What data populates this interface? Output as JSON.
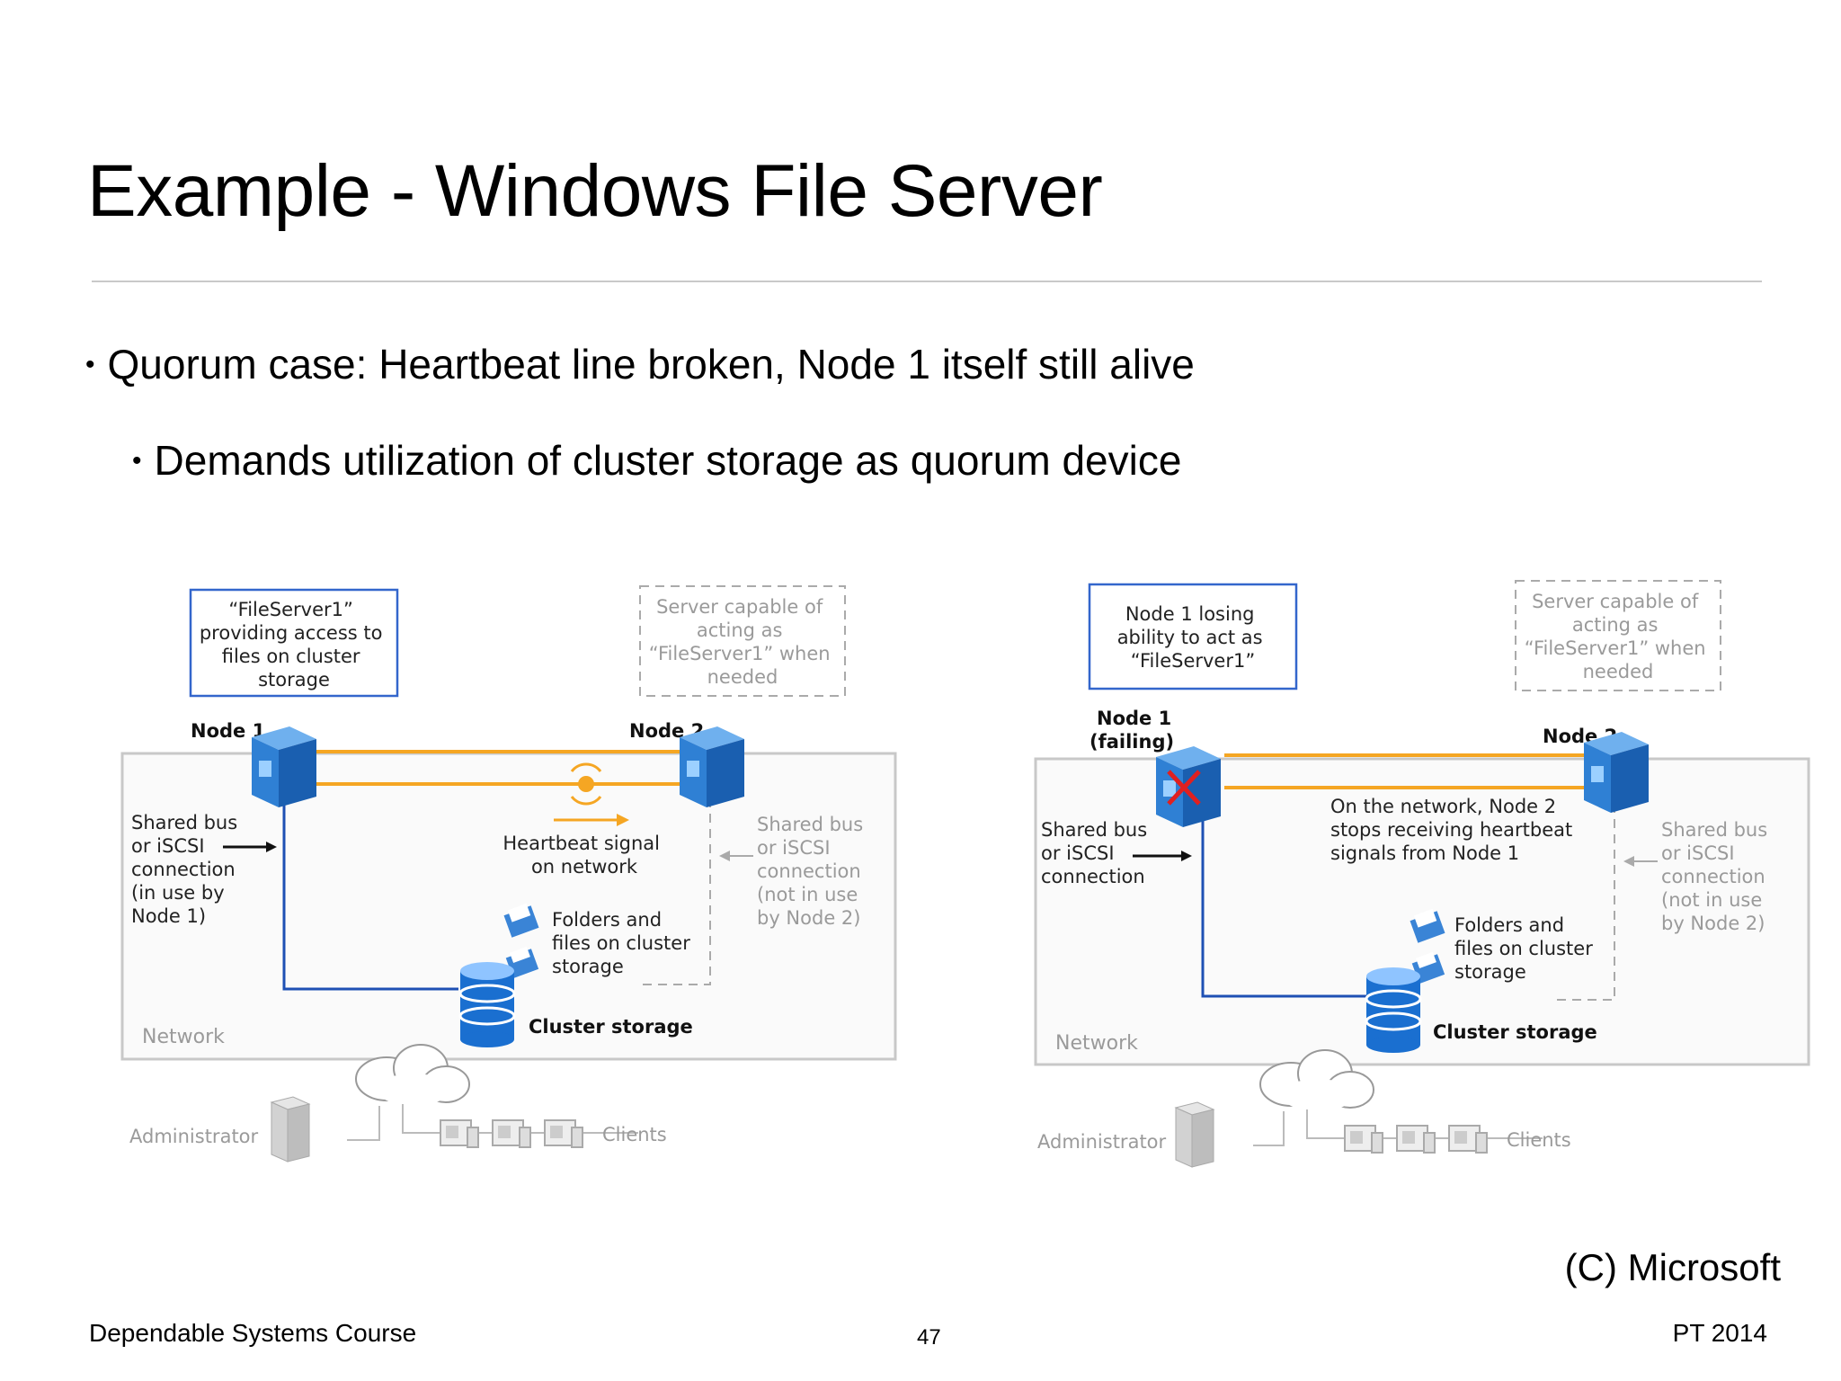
{
  "slide": {
    "title": "Example - Windows File Server",
    "bullets": [
      {
        "level": 1,
        "text": "Quorum case: Heartbeat line broken, Node 1 itself still alive"
      },
      {
        "level": 2,
        "text": "Demands utilization of cluster storage as quorum device"
      }
    ],
    "copyright": "(C) Microsoft",
    "footer_left": "Dependable Systems Course",
    "page_number": "47",
    "footer_right": "PT 2014"
  },
  "colors": {
    "heartbeat": "#f5a623",
    "node_blue": "#1e6ec8",
    "box_border_blue": "#3366cc",
    "gray_text": "#9a9a9a",
    "network_border": "#c8c8c8"
  },
  "diagram_left": {
    "callout": [
      "“FileServer1”",
      "providing access to",
      "files on cluster",
      "storage"
    ],
    "standby_note": [
      "Server capable of",
      "acting as",
      "“FileServer1” when",
      "needed"
    ],
    "node1": [
      "Node 1"
    ],
    "node2": "Node 2",
    "shared_bus": [
      "Shared bus",
      "or iSCSI",
      "connection",
      "(in use by",
      "Node 1)"
    ],
    "heartbeat": [
      "Heartbeat signal",
      "on network"
    ],
    "shared_bus_unused": [
      "Shared bus",
      "or iSCSI",
      "connection",
      "(not in use",
      "by Node 2)"
    ],
    "folders": [
      "Folders and",
      "files on cluster",
      "storage"
    ],
    "cluster_storage": "Cluster storage",
    "network": "Network",
    "administrator": "Administrator",
    "clients": "Clients"
  },
  "diagram_right": {
    "callout": [
      "Node 1 losing",
      "ability to act as",
      "“FileServer1”"
    ],
    "standby_note": [
      "Server capable of",
      "acting as",
      "“FileServer1” when",
      "needed"
    ],
    "node1": [
      "Node 1",
      "(failing)"
    ],
    "node2": "Node 2",
    "shared_bus": [
      "Shared bus",
      "or iSCSI",
      "connection"
    ],
    "heartbeat": [
      "On the network, Node 2",
      "stops receiving heartbeat",
      "signals from Node 1"
    ],
    "shared_bus_unused": [
      "Shared bus",
      "or iSCSI",
      "connection",
      "(not in use",
      "by Node 2)"
    ],
    "folders": [
      "Folders and",
      "files on cluster",
      "storage"
    ],
    "cluster_storage": "Cluster storage",
    "network": "Network",
    "administrator": "Administrator",
    "clients": "Clients"
  }
}
